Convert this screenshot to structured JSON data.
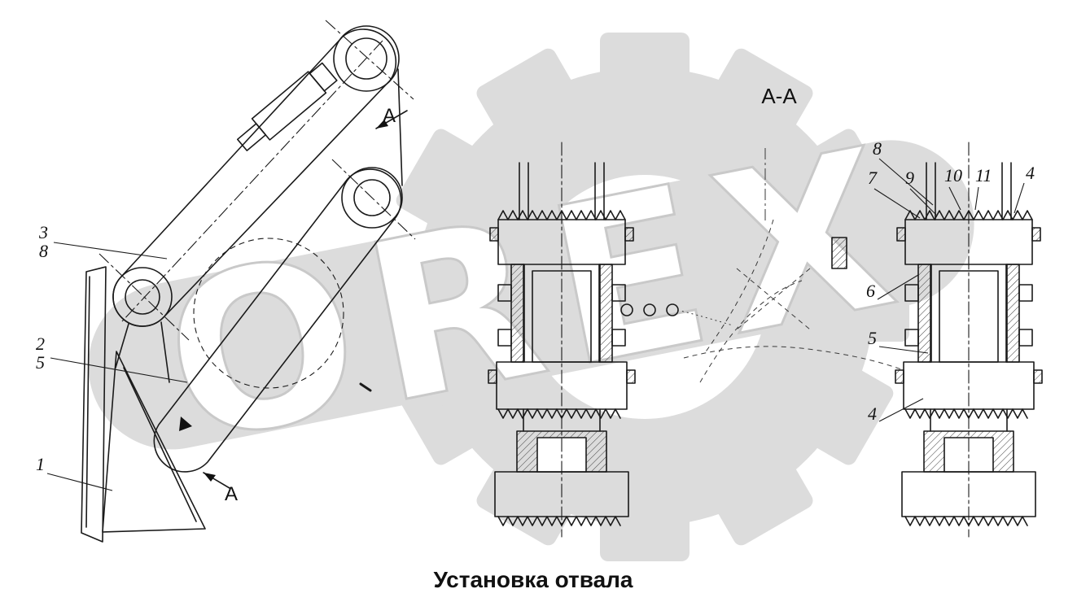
{
  "page": {
    "title": "Установка отвала",
    "watermark": "OREX",
    "section_label": "А-А"
  },
  "view_labels": {
    "arrow_top": "А",
    "arrow_bottom": "А"
  },
  "callouts": {
    "left": {
      "item3": "3",
      "item8": "8",
      "item2": "2",
      "item5": "5",
      "item1": "1"
    },
    "right": {
      "item8": "8",
      "item7": "7",
      "item9": "9",
      "item10": "10",
      "item11": "11",
      "item4_top": "4",
      "item6": "6",
      "item5": "5",
      "item4_bottom": "4"
    }
  }
}
